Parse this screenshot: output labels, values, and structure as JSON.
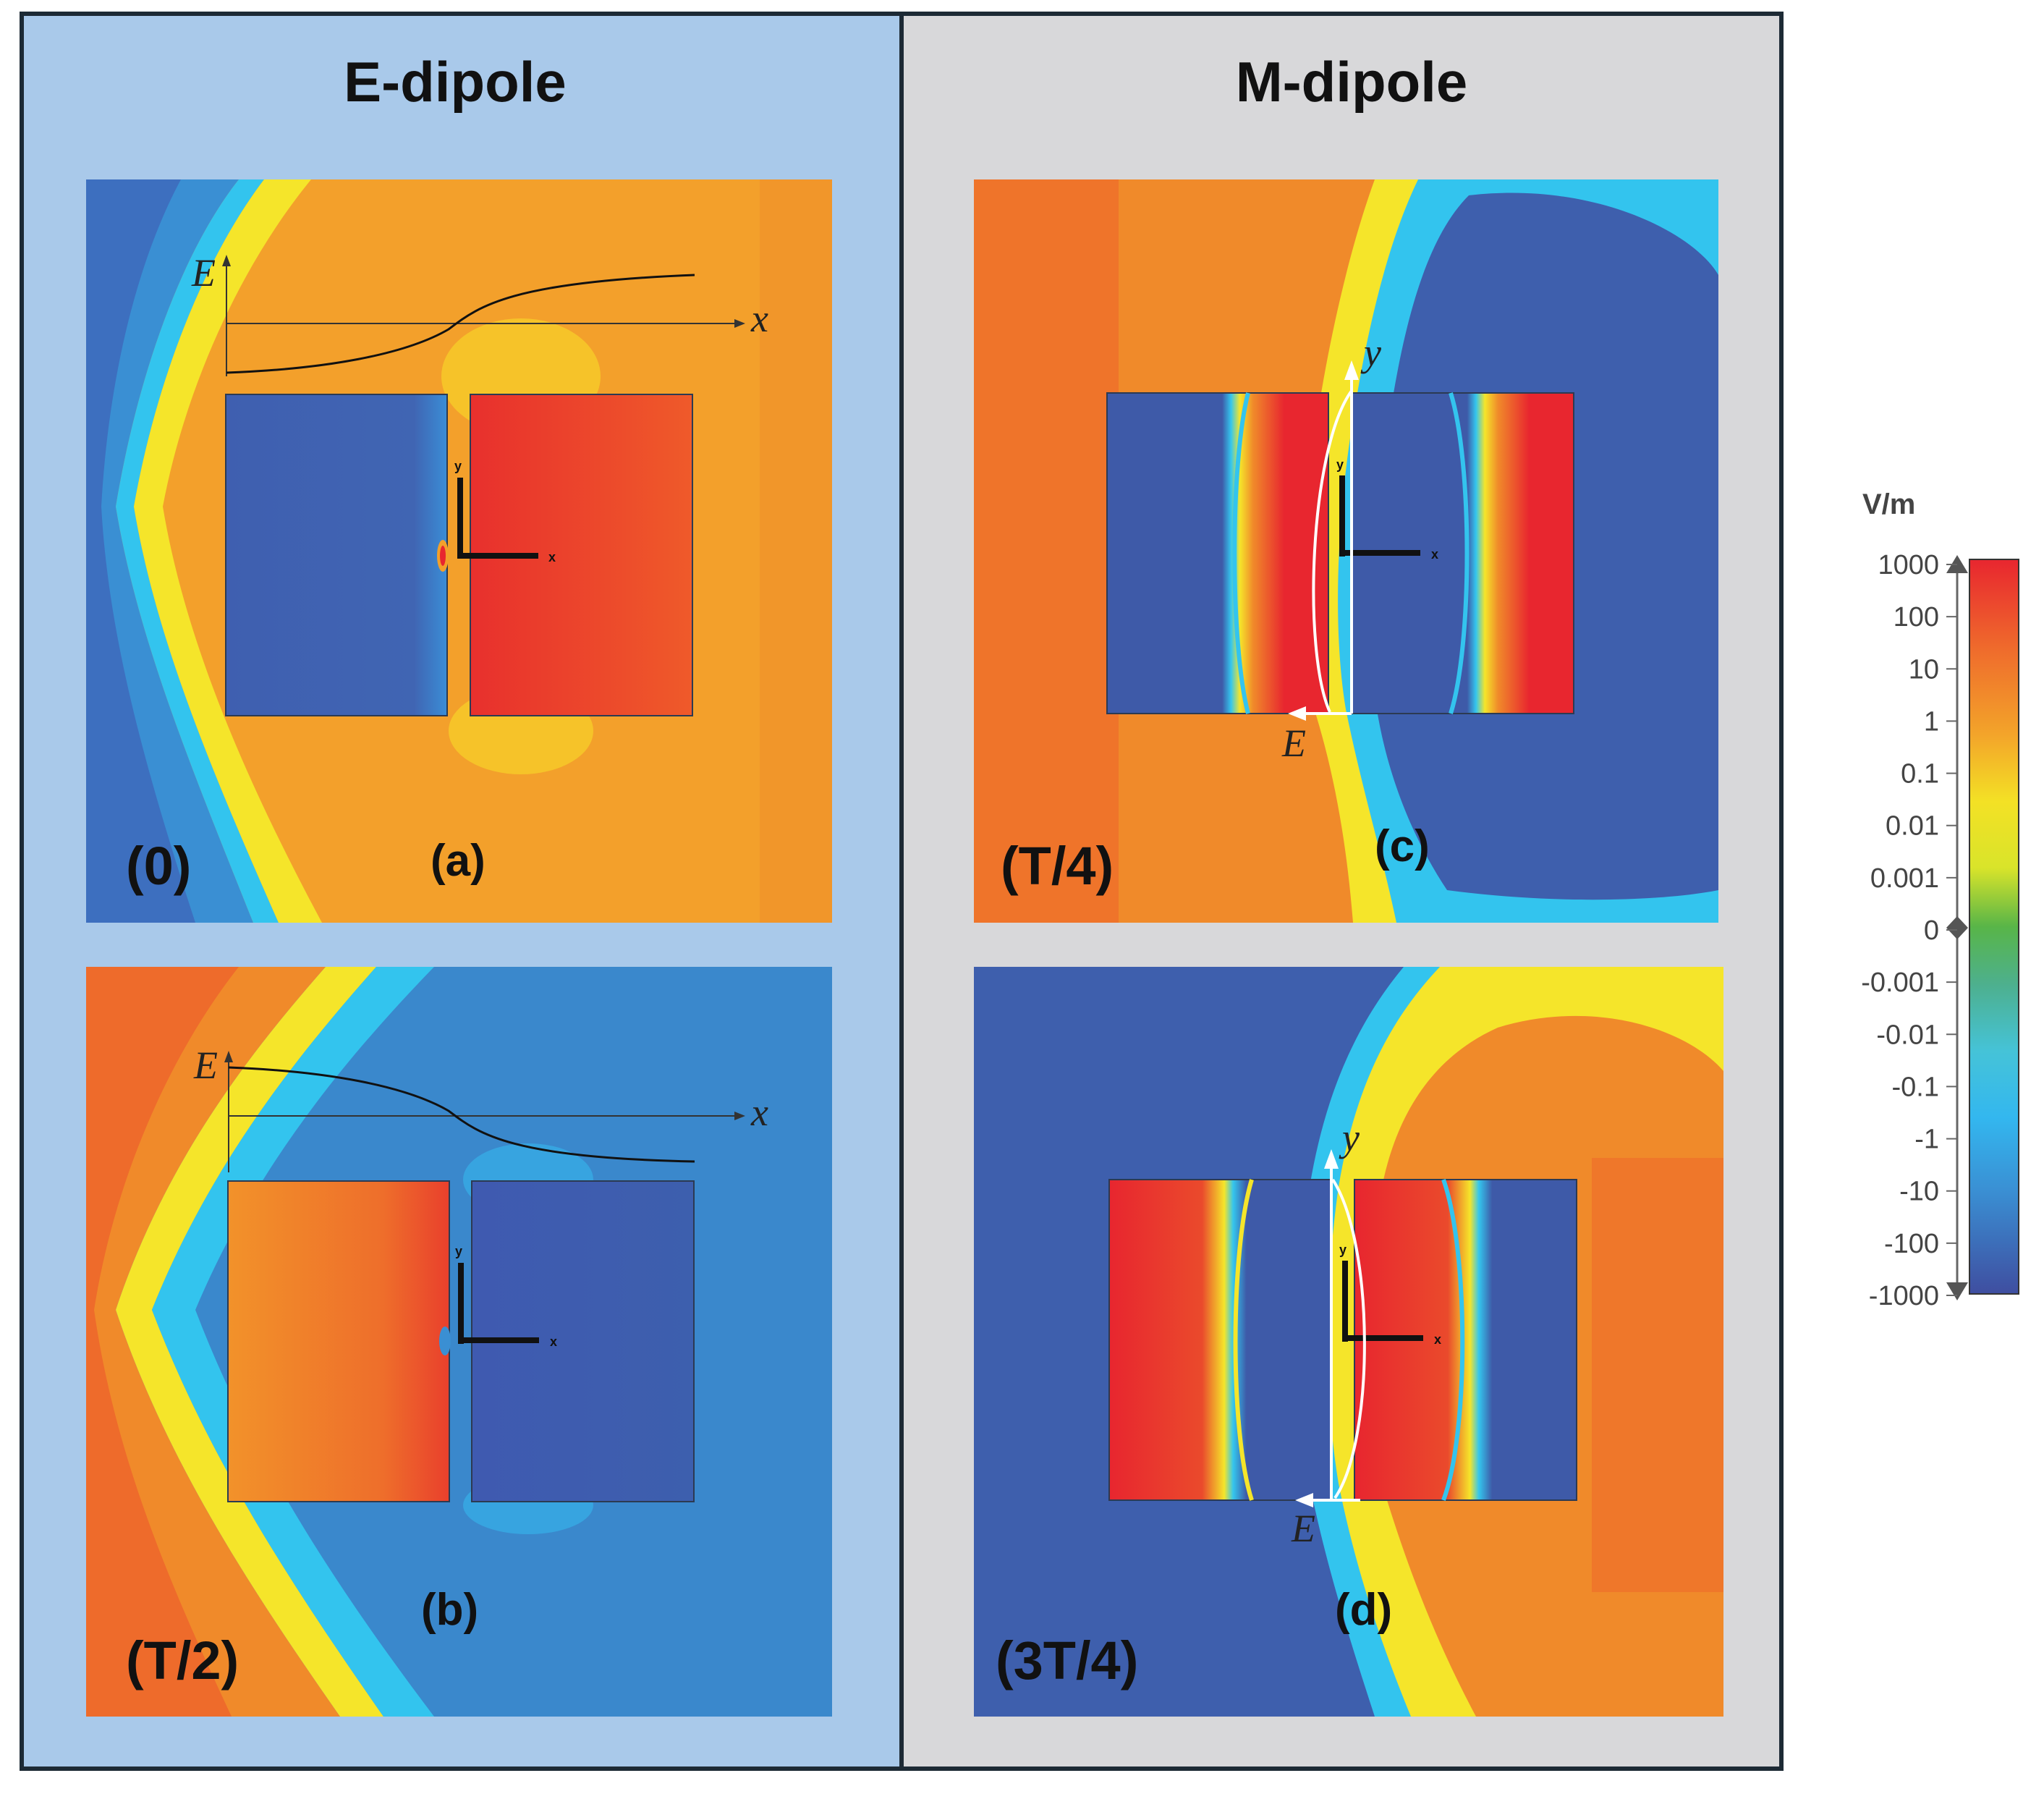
{
  "columns": [
    {
      "title": "E-dipole",
      "bg": "#a9c9ea"
    },
    {
      "title": "M-dipole",
      "bg": "#d8d8da"
    }
  ],
  "plots": [
    {
      "id": "a",
      "sub_label": "(a)",
      "time_label": "(0)",
      "curve_axis_label": "E",
      "curve_x_label": "x",
      "coord_y": "y",
      "coord_x": "x"
    },
    {
      "id": "b",
      "sub_label": "(b)",
      "time_label": "(T/2)",
      "curve_axis_label": "E",
      "curve_x_label": "x",
      "coord_y": "y",
      "coord_x": "x"
    },
    {
      "id": "c",
      "sub_label": "(c)",
      "time_label": "(T/4)",
      "arrow_y_label": "y",
      "arrow_e_label": "E",
      "coord_y": "y",
      "coord_x": "x"
    },
    {
      "id": "d",
      "sub_label": "(d)",
      "time_label": "(3T/4)",
      "arrow_y_label": "y",
      "arrow_e_label": "E",
      "coord_y": "y",
      "coord_x": "x"
    }
  ],
  "colorbar": {
    "unit": "V/m",
    "ticks": [
      "1000",
      "100",
      "10",
      "1",
      "0.1",
      "0.01",
      "0.001",
      "0",
      "-0.001",
      "-0.01",
      "-0.1",
      "-1",
      "-10",
      "-100",
      "-1000"
    ],
    "colors": [
      "#e8262f",
      "#ef6a2c",
      "#f3a52a",
      "#f3e125",
      "#d9e42a",
      "#8cc63f",
      "#58b548",
      "#4db08f",
      "#45c3d8",
      "#33b7ef",
      "#3a8fd3",
      "#3c60b0",
      "#3f4ea0"
    ]
  },
  "field_colors": {
    "red": "#e8262f",
    "orange": "#f08a2a",
    "yellow": "#f5e82a",
    "cyan": "#33c4ee",
    "blue": "#3e5fad"
  }
}
